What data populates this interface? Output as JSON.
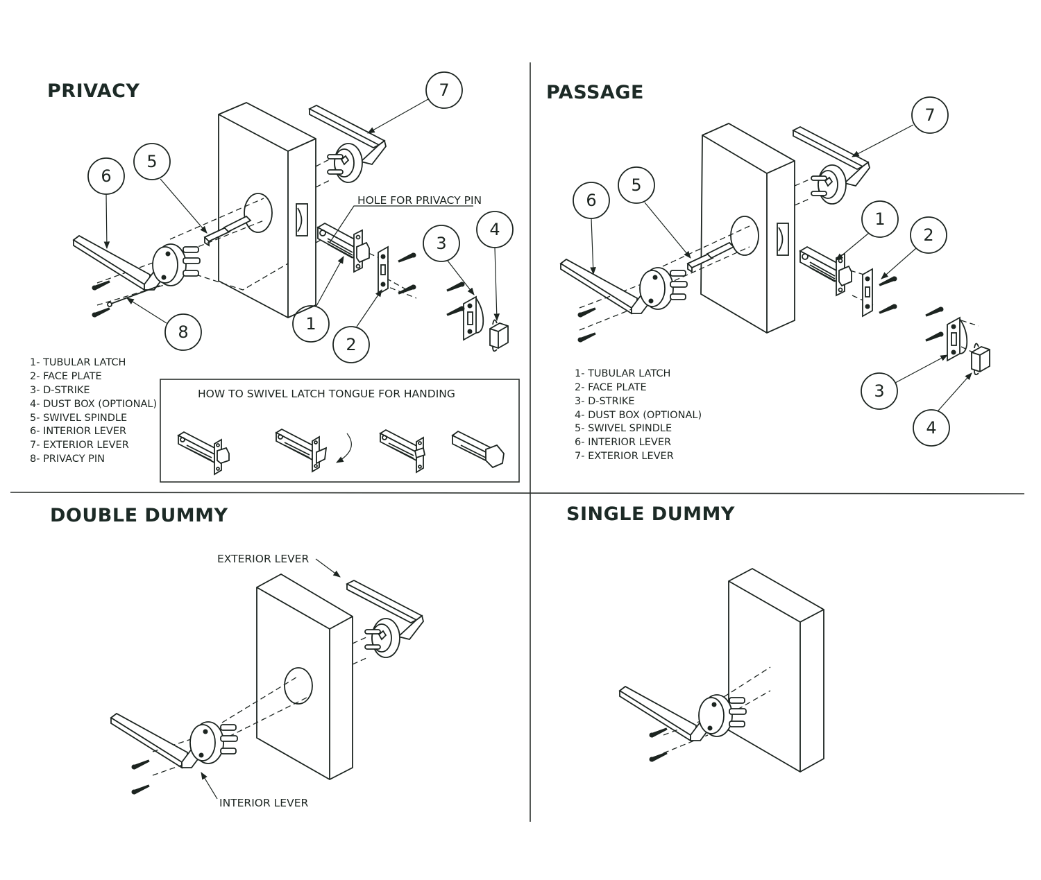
{
  "sections": {
    "privacy": {
      "title": "PRIVACY",
      "callouts": [
        "1",
        "2",
        "3",
        "4",
        "5",
        "6",
        "7",
        "8"
      ],
      "annotation": "HOLE FOR PRIVACY PIN",
      "legend": [
        "1- TUBULAR LATCH",
        "2- FACE PLATE",
        "3- D-STRIKE",
        "4- DUST BOX (OPTIONAL)",
        "5- SWIVEL SPINDLE",
        "6- INTERIOR LEVER",
        "7- EXTERIOR LEVER",
        "8- PRIVACY PIN"
      ],
      "handing_box": {
        "title": "HOW TO SWIVEL LATCH TONGUE FOR HANDING",
        "steps": 4
      }
    },
    "passage": {
      "title": "PASSAGE",
      "callouts": [
        "1",
        "2",
        "3",
        "4",
        "5",
        "6",
        "7"
      ],
      "legend": [
        "1- TUBULAR LATCH",
        "2- FACE PLATE",
        "3- D-STRIKE",
        "4- DUST BOX (OPTIONAL)",
        "5- SWIVEL SPINDLE",
        "6- INTERIOR LEVER",
        "7- EXTERIOR LEVER"
      ]
    },
    "double_dummy": {
      "title": "DOUBLE DUMMY",
      "exterior_label": "EXTERIOR LEVER",
      "interior_label": "INTERIOR LEVER"
    },
    "single_dummy": {
      "title": "SINGLE DUMMY"
    }
  }
}
